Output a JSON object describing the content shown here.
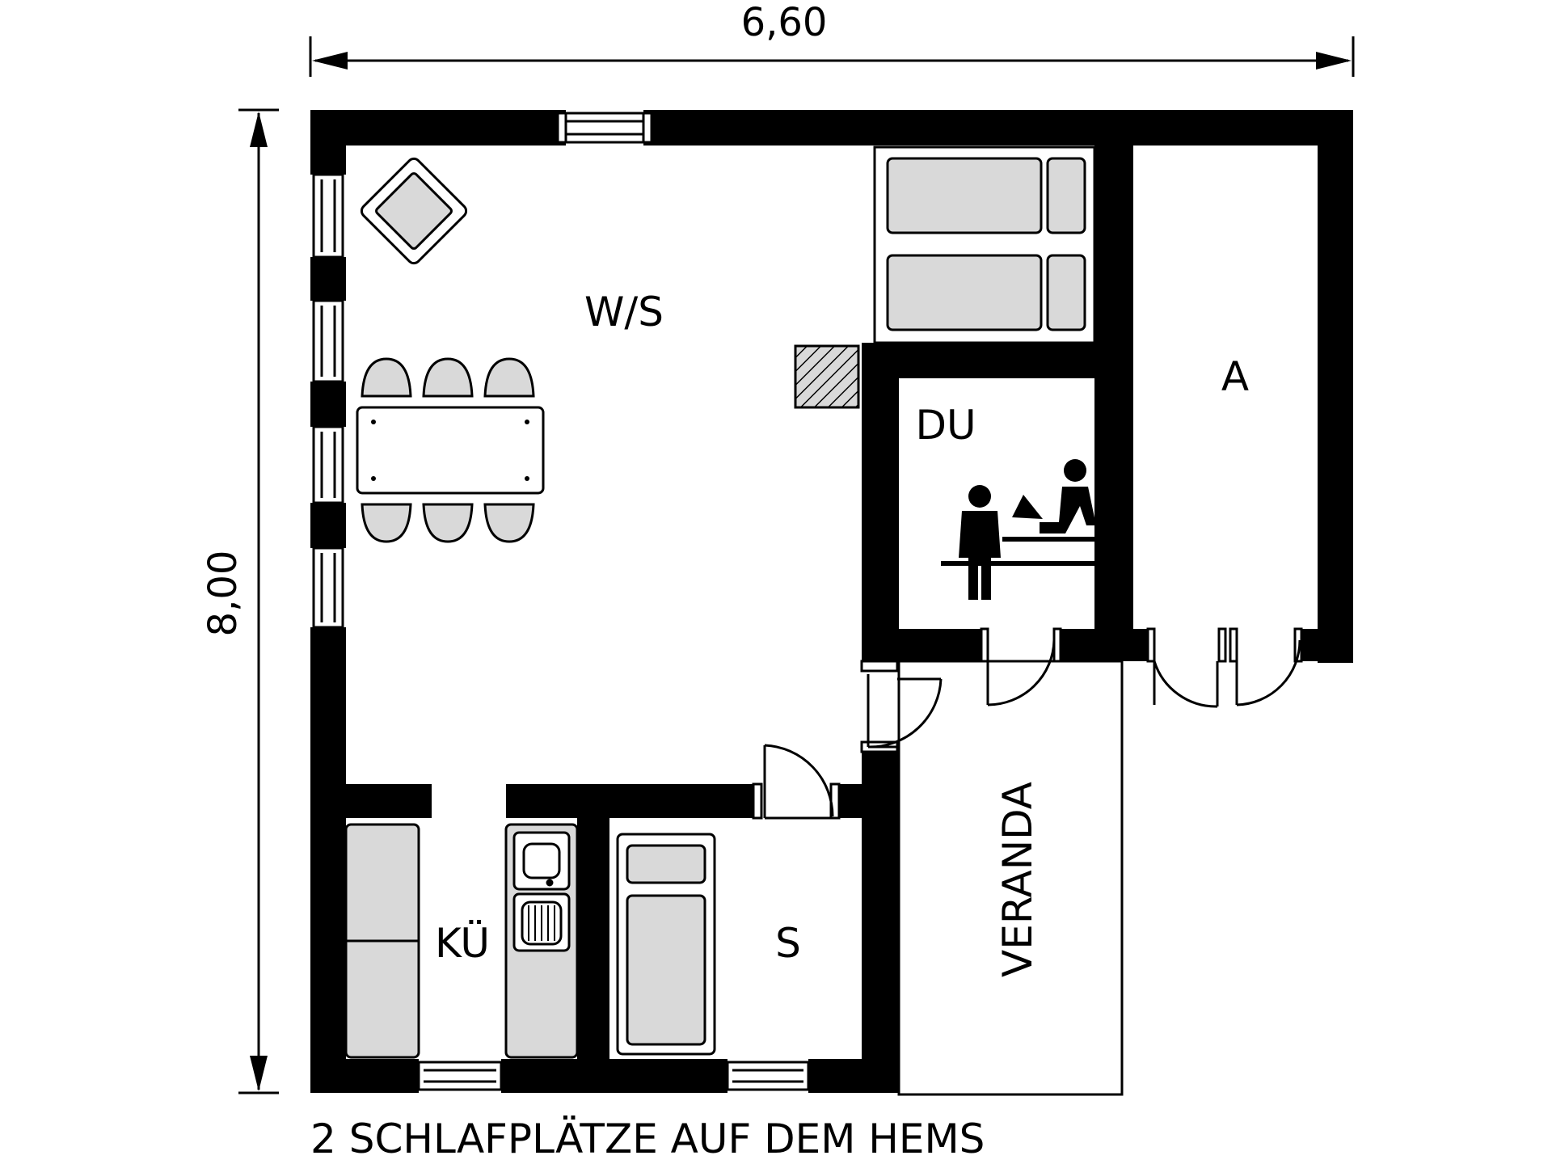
{
  "dimensions": {
    "width_label": "6,60",
    "height_label": "8,00"
  },
  "rooms": {
    "living": "W/S",
    "shower": "DU",
    "storage": "A",
    "kitchen": "KÜ",
    "bedroom": "S",
    "veranda": "VERANDA"
  },
  "footer_note": "2 SCHLAFPLÄTZE AUF DEM HEMS",
  "colors": {
    "wall": "#000000",
    "furniture_fill": "#d9d9d9",
    "background": "#ffffff"
  }
}
